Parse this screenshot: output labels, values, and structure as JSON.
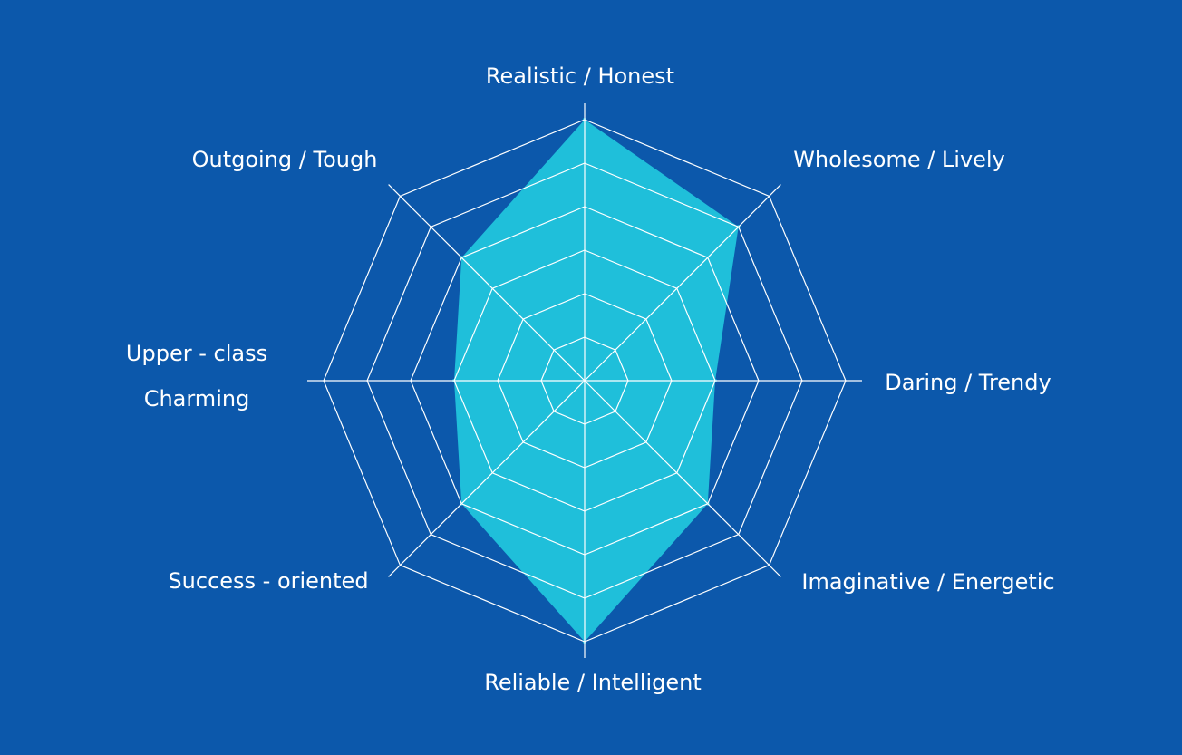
{
  "chart_data": {
    "type": "radar",
    "categories": [
      "Realistic / Honest",
      "Wholesome / Lively",
      "Daring / Trendy",
      "Imaginative / Energetic",
      "Reliable / Intelligent",
      "Success - oriented",
      "Upper - class Charming",
      "Outgoing / Tough"
    ],
    "label_lines": [
      [
        "Realistic / Honest"
      ],
      [
        "Wholesome / Lively"
      ],
      [
        "Daring / Trendy"
      ],
      [
        "Imaginative / Energetic"
      ],
      [
        "Reliable / Intelligent"
      ],
      [
        "Success - oriented"
      ],
      [
        "Upper - class",
        "Charming"
      ],
      [
        "Outgoing / Tough"
      ]
    ],
    "values": [
      6,
      5,
      3,
      4,
      6,
      4,
      3,
      4
    ],
    "range": [
      0,
      6
    ],
    "grid_levels": [
      1,
      2,
      3,
      4,
      5,
      6
    ],
    "grid": true,
    "colors": {
      "background": "#0C58AB",
      "fill": "#1FBFDA",
      "grid": "#FFFFFF",
      "text": "#FFFFFF"
    }
  }
}
